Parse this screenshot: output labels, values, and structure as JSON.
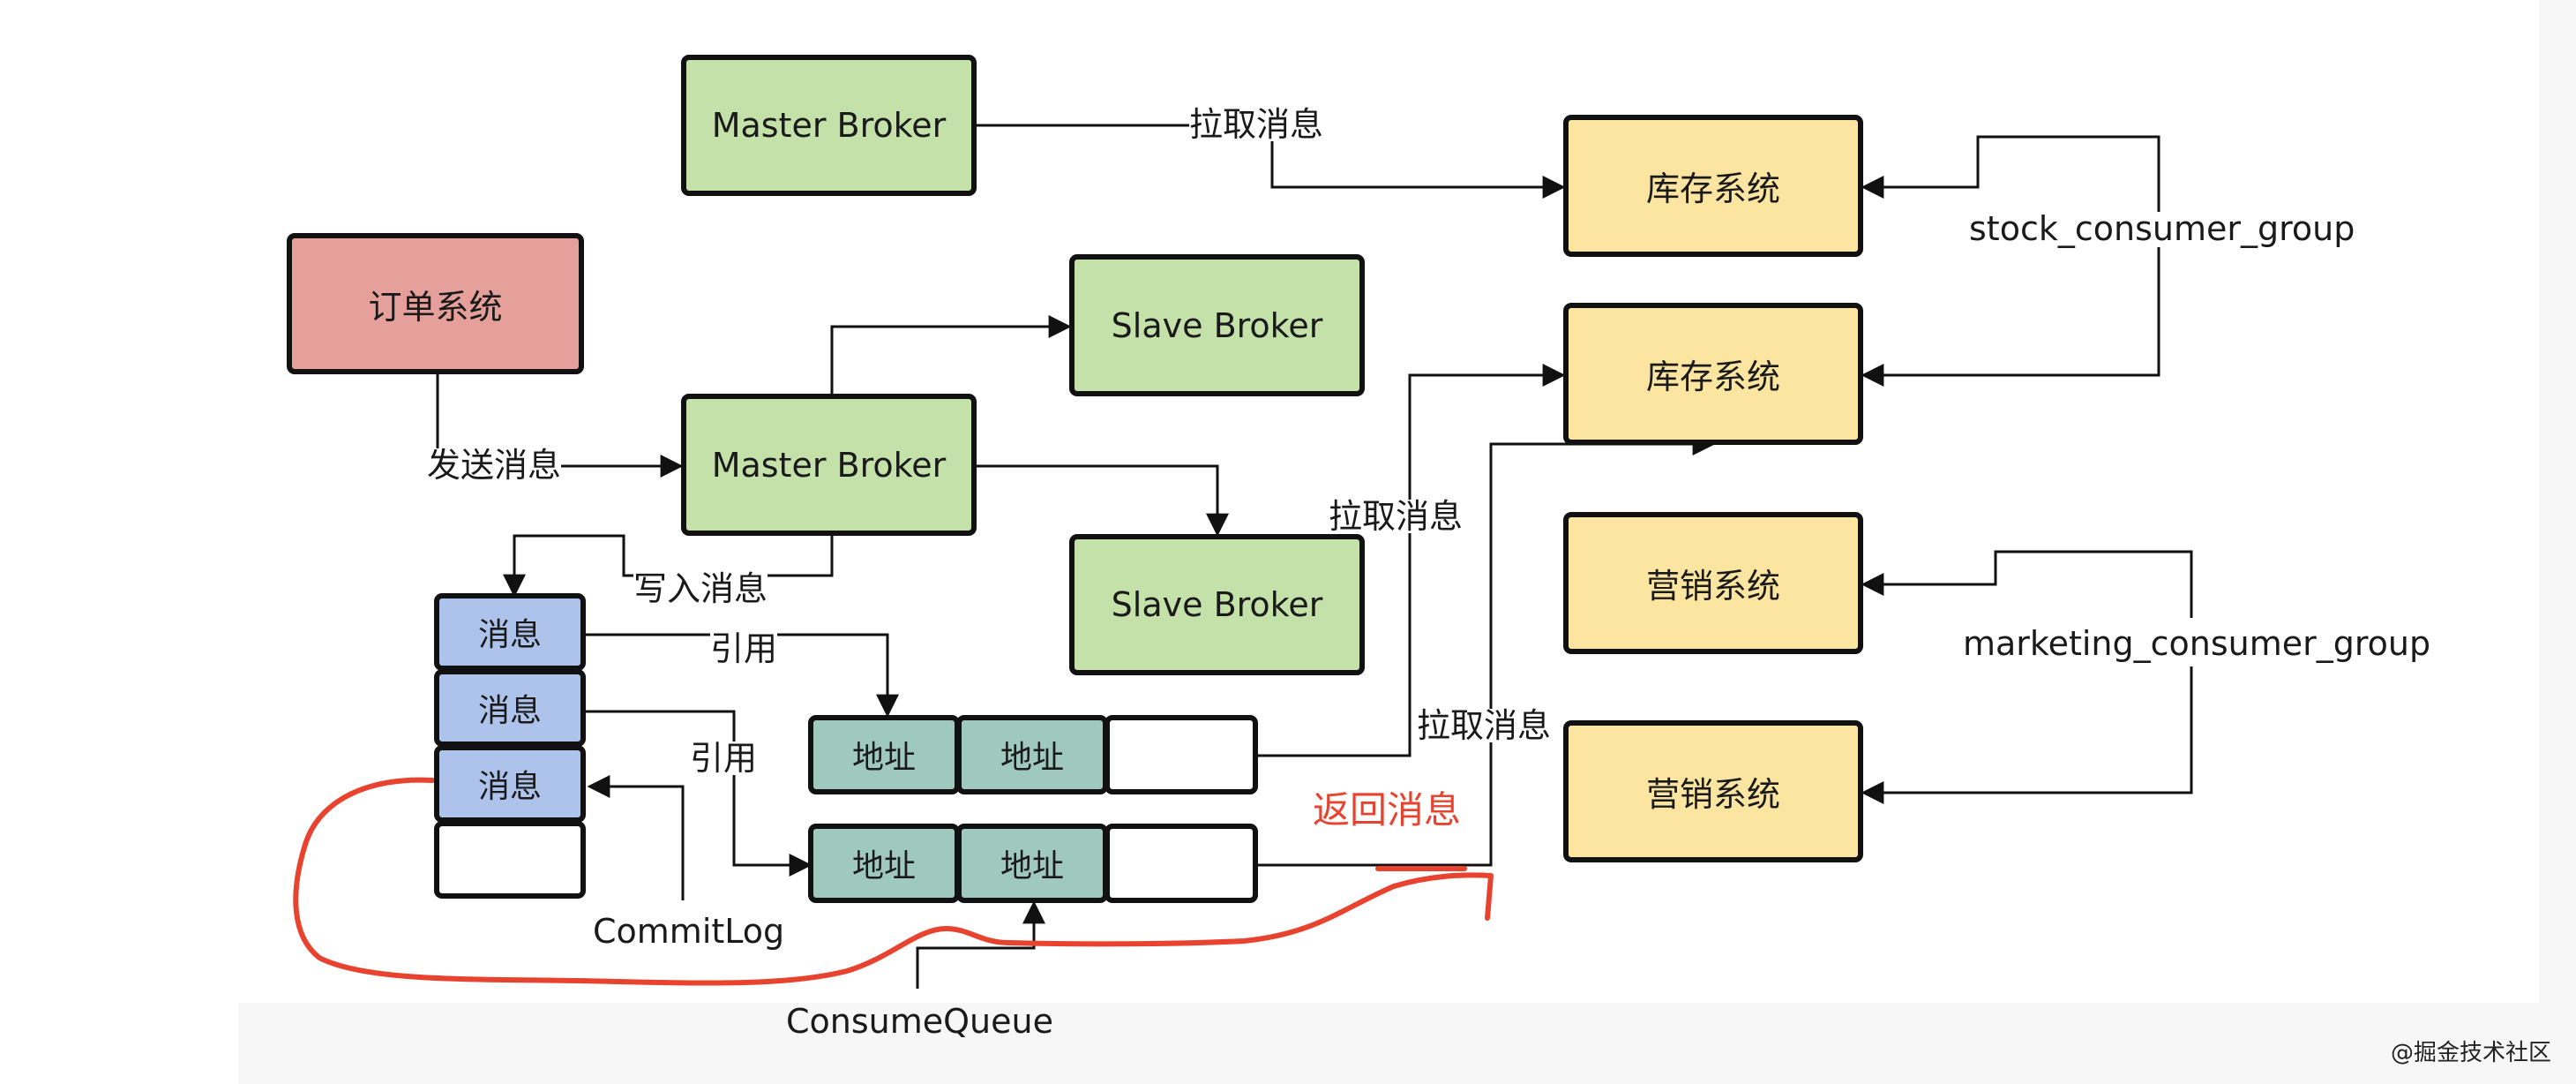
{
  "nodes": {
    "master_broker_top": "Master Broker",
    "order_system": "订单系统",
    "master_broker": "Master Broker",
    "slave_broker_1": "Slave Broker",
    "slave_broker_2": "Slave Broker",
    "inventory_system_1": "库存系统",
    "inventory_system_2": "库存系统",
    "marketing_system_1": "营销系统",
    "marketing_system_2": "营销系统",
    "commitlog_entries": [
      "消息",
      "消息",
      "消息",
      ""
    ],
    "consume_queue_row_1": [
      "地址",
      "地址",
      ""
    ],
    "consume_queue_row_2": [
      "地址",
      "地址",
      ""
    ]
  },
  "labels": {
    "pull_message_top": "拉取消息",
    "send_message": "发送消息",
    "write_message": "写入消息",
    "reference_1": "引用",
    "reference_2": "引用",
    "pull_message_mid": "拉取消息",
    "pull_message_low": "拉取消息",
    "return_message": "返回消息",
    "stock_consumer_group": "stock_consumer_group",
    "marketing_consumer_group": "marketing_consumer_group",
    "commitlog": "CommitLog",
    "consume_queue": "ConsumeQueue"
  },
  "watermark": "@掘金技术社区",
  "colors": {
    "broker": "#c4e1aa",
    "order_system": "#e6a09b",
    "consumer_system": "#fbe5a0",
    "commitlog": "#aec3ec",
    "consume_queue": "#9fc9bd",
    "annotation": "#e8432e"
  }
}
